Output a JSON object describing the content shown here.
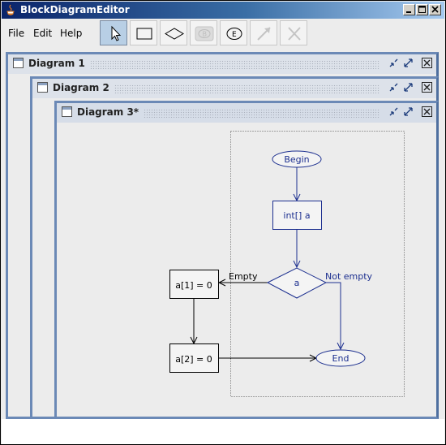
{
  "app": {
    "title": "BlockDiagramEditor"
  },
  "menu": [
    "File",
    "Edit",
    "Help"
  ],
  "toolbar": {
    "tools": [
      "select-tool",
      "rectangle-tool",
      "diamond-tool",
      "start-block-tool",
      "end-block-tool",
      "connector-tool",
      "delete-tool"
    ]
  },
  "frames": [
    {
      "title": "Diagram 1"
    },
    {
      "title": "Diagram 2"
    },
    {
      "title": "Diagram 3*"
    }
  ],
  "diagram": {
    "begin": "Begin",
    "decl": "int[] a",
    "cond": "a",
    "empty_label": "Empty",
    "not_empty_label": "Not empty",
    "assign1": "a[1] = 0",
    "assign2": "a[2] = 0",
    "end": "End"
  },
  "colors": {
    "flow": "#1c2f8f",
    "frame_border": "#6b89b6"
  }
}
